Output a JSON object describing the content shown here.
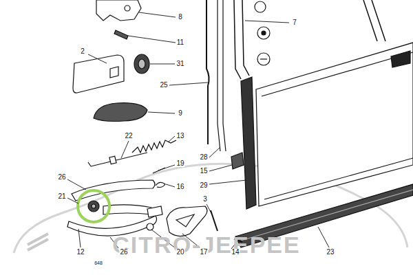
{
  "diagram": {
    "labels": [
      "8",
      "11",
      "7",
      "2",
      "31",
      "25",
      "9",
      "13",
      "22",
      "28",
      "15",
      "19",
      "16",
      "29",
      "26",
      "21",
      "3",
      "12",
      "26",
      "20",
      "17",
      "14",
      "23",
      "648",
      "CITRO-JEEPEE"
    ]
  }
}
